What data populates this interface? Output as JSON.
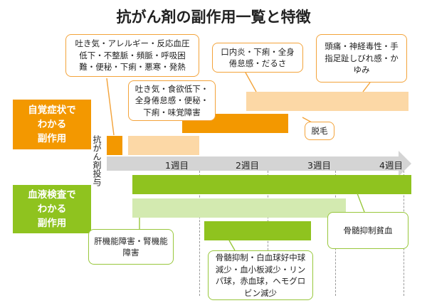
{
  "title": "抗がん剤の副作用一覧と特徴",
  "categories": {
    "subjective": [
      "自覚症状で",
      "わかる",
      "副作用"
    ],
    "blood_test": [
      "血液検査で",
      "わかる",
      "副作用"
    ]
  },
  "axis": {
    "dose_label": "抗がん剤投与",
    "weeks": [
      "1週目",
      "2週目",
      "3週目",
      "4週目"
    ]
  },
  "callouts": {
    "early_reactions": [
      "吐き気・アレルギー・反応血圧",
      "低下・不整脈・頻脈・呼吸困",
      "難・便秘・下痢・悪寒・発熱"
    ],
    "appetite": [
      "吐き気・食欲低下・",
      "全身倦怠感・便秘・",
      "下痢・味覚障害"
    ],
    "mouth": [
      "口内炎・下痢・全身",
      "倦怠感・だるさ"
    ],
    "neuro": [
      "頭痛・神経毒性・手",
      "指足趾しびれ感・か",
      "ゆみ"
    ],
    "hair": [
      "脱毛"
    ],
    "liver_kidney": [
      "肝機能障害・腎機能",
      "障害"
    ],
    "marrow": [
      "骨髄抑制・白血球好中球",
      "減少・血小板減少・リン",
      "パ球，赤血球，ヘモグロ",
      "ビン減少"
    ],
    "anemia": [
      "骨髄抑制貧血"
    ]
  },
  "colors": {
    "orange": "#f39800",
    "orange_light": "#fcd8a6",
    "green": "#8fc31f",
    "green_light": "#d3eab0",
    "axis_gray": "#d4d4d4"
  }
}
